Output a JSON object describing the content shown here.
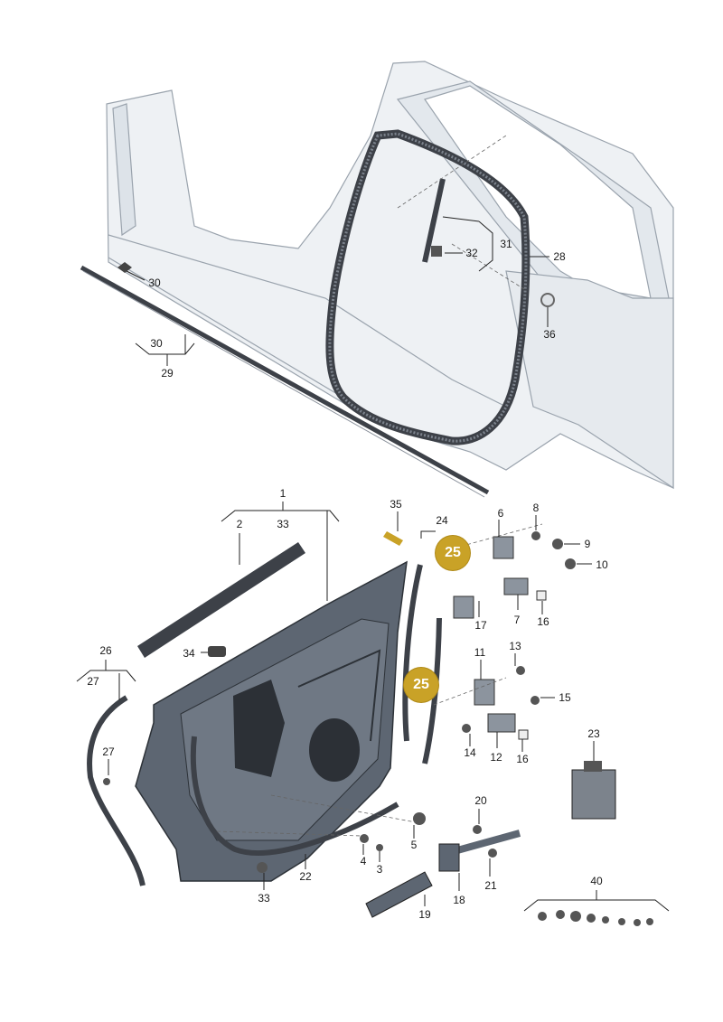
{
  "colors": {
    "body_fill": "#eef1f4",
    "body_line": "#9aa3ad",
    "door_fill": "#5d6672",
    "seal": "#3d4148",
    "badge": "#c9a227"
  },
  "labels": {
    "l1": "1",
    "l2": "2",
    "l3": "3",
    "l4": "4",
    "l5": "5",
    "l6": "6",
    "l7": "7",
    "l8": "8",
    "l9": "9",
    "l10": "10",
    "l11": "11",
    "l12": "12",
    "l13": "13",
    "l14": "14",
    "l15": "15",
    "l16a": "16",
    "l16b": "16",
    "l17": "17",
    "l18": "18",
    "l19": "19",
    "l20": "20",
    "l21": "21",
    "l22": "22",
    "l23": "23",
    "l24": "24",
    "l25a": "25",
    "l25b": "25",
    "l26": "26",
    "l27a": "27",
    "l27b": "27",
    "l28": "28",
    "l29": "29",
    "l30a": "30",
    "l30b": "30",
    "l31": "31",
    "l32": "32",
    "l33a": "33",
    "l33b": "33",
    "l34": "34",
    "l35": "35",
    "l36": "36",
    "l40": "40"
  }
}
